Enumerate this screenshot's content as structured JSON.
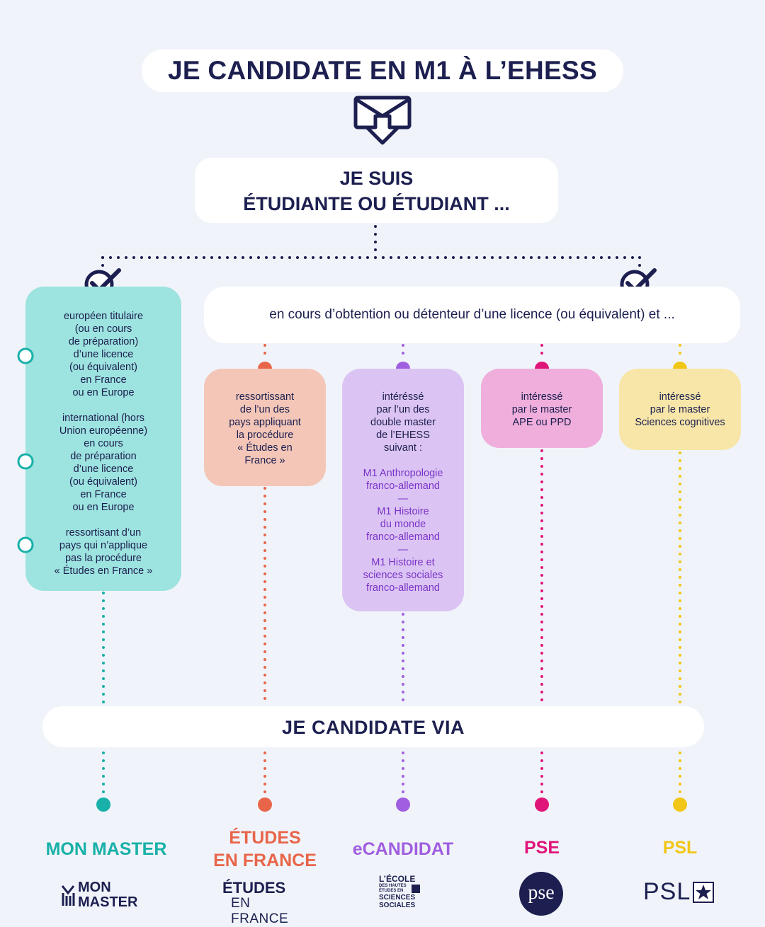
{
  "header": {
    "title": "JE CANDIDATE EN M1 À L’EHESS",
    "envelope_icon": "envelope-download-icon"
  },
  "student": {
    "line1": "JE SUIS",
    "line2": "ÉTUDIANTE OU ÉTUDIANT ..."
  },
  "branches": {
    "check_icon": "checkmark-circle-icon",
    "licence_text": "en cours d’obtention ou détenteur d’une licence (ou équivalent) et ..."
  },
  "teal_box": {
    "block1": [
      "européen titulaire",
      "(ou en cours",
      "de préparation)",
      "d’une licence",
      "(ou équivalent)",
      "en France",
      "ou en Europe"
    ],
    "block2": [
      "international (hors",
      "Union européenne)",
      "en cours",
      "de préparation",
      "d’une licence",
      "(ou équivalent)",
      "en France",
      "ou en Europe"
    ],
    "block3": [
      "ressortisant d’un",
      "pays qui n’applique",
      "pas la procédure",
      "« Études en France »"
    ]
  },
  "orange_box": [
    "ressortissant",
    "de l’un des",
    "pays appliquant",
    "la procédure",
    "« Études en",
    "France »"
  ],
  "purple_box": {
    "intro": [
      "intéréssé",
      "par l’un des",
      "double master",
      "de l’EHESS",
      "suivant :"
    ],
    "m1_anthro": [
      "M1 Anthropologie",
      "franco-allemand"
    ],
    "sep1": "—",
    "m1_histoire_monde": [
      "M1 Histoire",
      "du monde",
      "franco-allemand"
    ],
    "sep2": "—",
    "m1_histoire_ss": [
      "M1 Histoire et",
      "sciences sociales",
      "franco-allemand"
    ]
  },
  "pink_box": [
    "intéressé",
    "par le master",
    "APE ou PPD"
  ],
  "yellow_box": [
    "intéressé",
    "par le master",
    "Sciences cognitives"
  ],
  "via": {
    "label": "JE CANDIDATE VIA"
  },
  "platforms": {
    "mon_master": {
      "label": "MON MASTER",
      "logo_line1": "MON",
      "logo_line2": "MASTER"
    },
    "etudes_france": {
      "label_line1": "ÉTUDES",
      "label_line2": "EN FRANCE",
      "logo_line1": "ÉTUDES",
      "logo_line2": "EN FRANCE"
    },
    "ecandidat": {
      "label": "eCANDIDAT",
      "logo_lines": [
        "L’ÉCOLE",
        "DES HAUTES",
        "ÉTUDES EN",
        "SCIENCES",
        "SOCIALES"
      ]
    },
    "pse": {
      "label": "PSE",
      "logo_text": "pse"
    },
    "psl": {
      "label": "PSL",
      "logo_text": "PSL"
    }
  },
  "colors": {
    "navy": "#1c1f4f",
    "teal": "#18b0a8",
    "orange": "#e8654a",
    "purple": "#a05ee0",
    "pink": "#e0157a",
    "yellow": "#f2c617",
    "teal_box": "#9de3df",
    "orange_box": "#f3c6b8",
    "purple_box": "#dbc4f3",
    "pink_box": "#efaedb",
    "yellow_box": "#f7e6a8"
  }
}
